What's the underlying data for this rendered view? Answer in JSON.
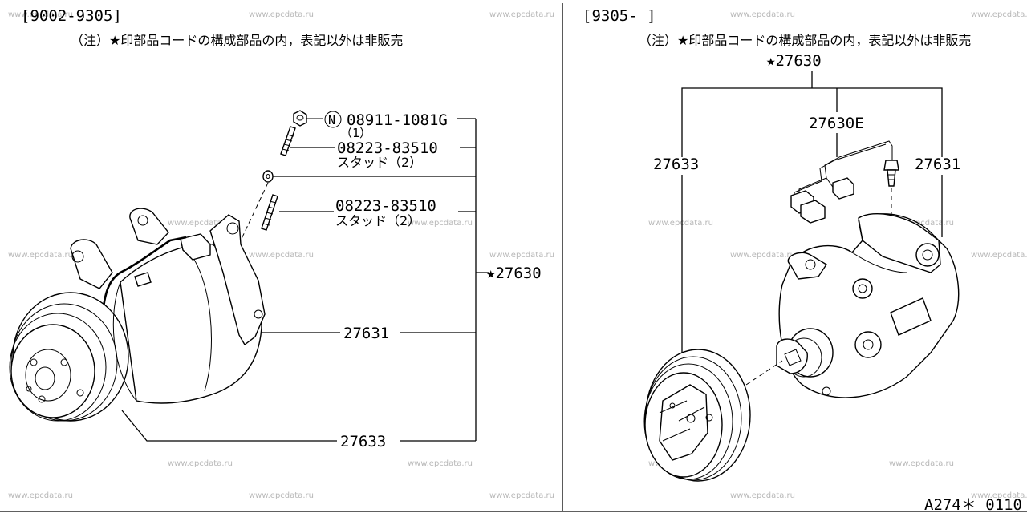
{
  "watermark": "www.epcdata.ru",
  "left_panel": {
    "date_range": "[9002-9305]",
    "note": "（注）★印部品コードの構成部品の内，表記以外は非販売",
    "labels": {
      "nut_symbol": "N",
      "nut_part": "08911-1081G",
      "nut_qty": "（1）",
      "stud_upper_part": "08223-83510",
      "stud_upper_desc": "スタッド（2）",
      "stud_lower_part": "08223-83510",
      "stud_lower_desc": "スタッド（2）",
      "assembly": "★27630",
      "body": "27631",
      "pulley": "27633"
    }
  },
  "right_panel": {
    "date_range": "[9305-      ]",
    "note": "（注）★印部品コードの構成部品の内，表記以外は非販売",
    "labels": {
      "assembly": "★27630",
      "harness": "27630E",
      "pulley": "27633",
      "body": "27631"
    }
  },
  "diagram_code": "A274＊ 0110"
}
